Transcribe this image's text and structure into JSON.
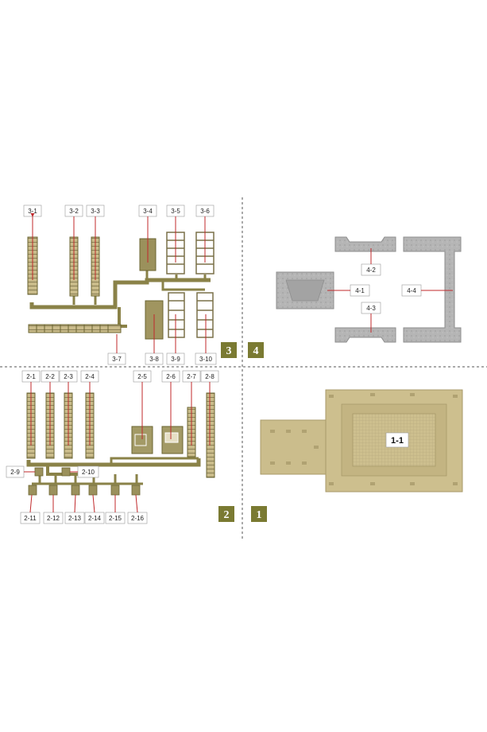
{
  "colors": {
    "sprue_olive": "#8a8248",
    "sprue_dark": "#6b6532",
    "sprue_light": "#a69d5e",
    "part_tan": "#c9bb8a",
    "part_tan_dark": "#a89a6a",
    "part_grey": "#b8b8b8",
    "part_grey_dark": "#8d8d8d",
    "arrow_red": "#c0282b",
    "badge_olive": "#7a7a32",
    "divider": "#555555"
  },
  "badges": {
    "one": "1",
    "two": "2",
    "three": "3",
    "four": "4"
  },
  "sprue3": {
    "labels": [
      "3-1",
      "3-2",
      "3-3",
      "3-4",
      "3-5",
      "3-6",
      "3-7",
      "3-8",
      "3-9",
      "3-10"
    ]
  },
  "sprue2": {
    "labels": [
      "2-1",
      "2-2",
      "2-3",
      "2-4",
      "2-5",
      "2-6",
      "2-7",
      "2-8",
      "2-9",
      "2-10",
      "2-11",
      "2-12",
      "2-13",
      "2-14",
      "2-15",
      "2-16"
    ]
  },
  "sprue4": {
    "labels": [
      "4-1",
      "4-2",
      "4-3",
      "4-4"
    ]
  },
  "sprue1": {
    "labels": [
      "1-1"
    ]
  }
}
